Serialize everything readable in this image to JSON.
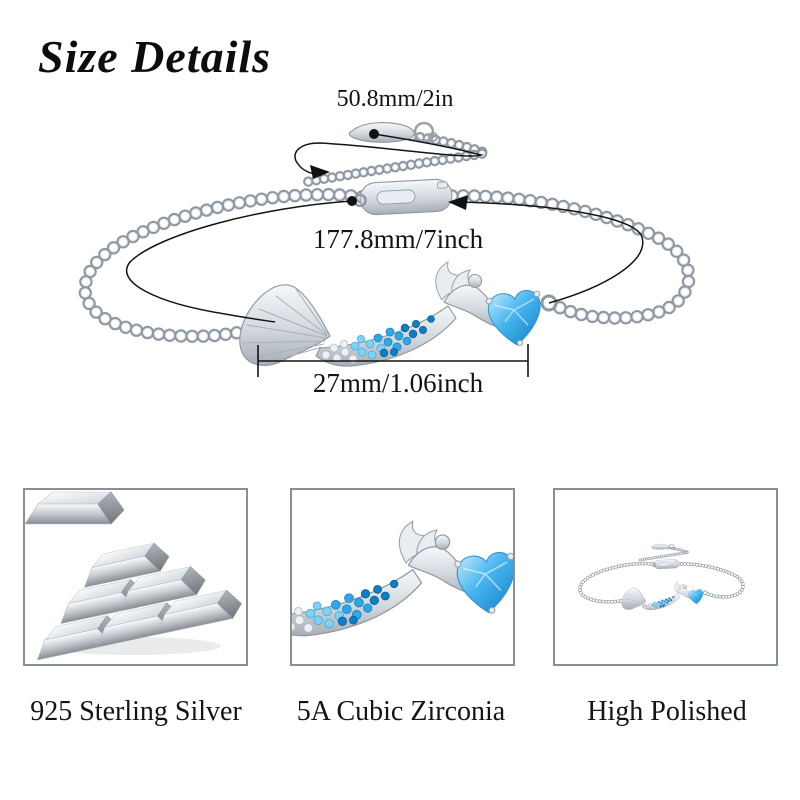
{
  "title": "Size Details",
  "diagram": {
    "extension_length": "50.8mm/2in",
    "bracelet_length": "177.8mm/7inch",
    "pendant_width": "27mm/1.06inch"
  },
  "features": [
    {
      "label": "925 Sterling Silver",
      "image": "silver-bars"
    },
    {
      "label": "5A Cubic Zirconia",
      "image": "mermaid-charm-closeup"
    },
    {
      "label": "High Polished",
      "image": "full-bracelet"
    }
  ],
  "colors": {
    "stone_blue_light": "#aee4fb",
    "stone_blue": "#2fa6e6",
    "stone_blue_deep": "#0f7fc4",
    "silver": "#c9ced4",
    "text": "#141414"
  }
}
